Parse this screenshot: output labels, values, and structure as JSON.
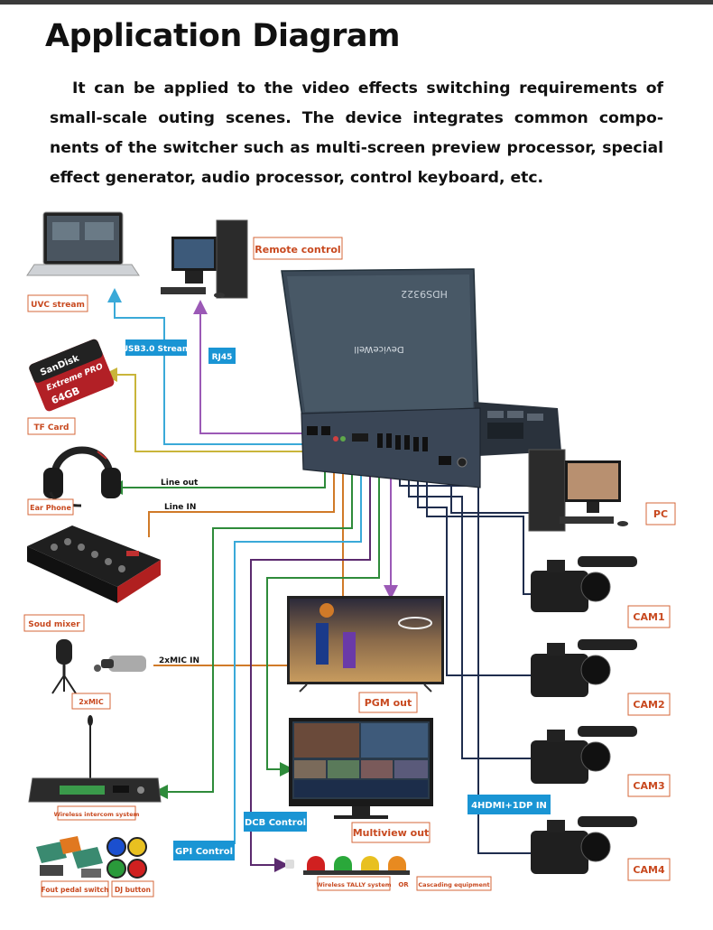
{
  "page": {
    "title": "Application Diagram",
    "description": "It can be applied to the video effects switching requirements of small-scale outing scenes. The device integrates common compo-nents of the switcher such as multi-screen preview processor, special effect generator, audio processor, control keyboard, etc."
  },
  "device": {
    "model": "HDS9322",
    "brand": "DeviceWell"
  },
  "labels": {
    "uvc_stream": "UVC stream",
    "remote_control": "Remote control",
    "usb_stream": "USB3.0 Stream",
    "rj45": "RJ45",
    "tf_card": "TF Card",
    "line_out": "Line out",
    "ear_phone": "Ear Phone",
    "line_in": "Line IN",
    "sound_mixer": "Soud mixer",
    "mic_in": "2xMIC IN",
    "mic": "2xMIC",
    "wireless_intercom": "Wireless intercom system",
    "fout_pedal": "Fout pedal switch",
    "dj_button": "DJ button",
    "gpi_control": "GPI Control",
    "dcb_control": "DCB Control",
    "pgm_out": "PGM out",
    "multiview_out": "Multiview out",
    "wireless_tally": "Wireless TALLY system",
    "or": "OR",
    "cascading": "Cascading equipment",
    "hdmi_in": "4HDMI+1DP  IN",
    "pc": "PC",
    "cam1": "CAM1",
    "cam2": "CAM2",
    "cam3": "CAM3",
    "cam4": "CAM4"
  },
  "sd_card": {
    "brand": "SanDisk",
    "line": "Extreme PRO",
    "capacity": "64GB"
  },
  "colors": {
    "label_border": "#d6673a",
    "label_text": "#c8491f",
    "blue_tag": "#1a95d4",
    "line_cyan": "#3aa9d8",
    "line_purple": "#9b59b6",
    "line_yellow": "#c9b53a",
    "line_green": "#2e8b3a",
    "line_orange": "#d07a28",
    "line_navy": "#1f2d4d",
    "line_darkpurple": "#5b2a6e"
  }
}
